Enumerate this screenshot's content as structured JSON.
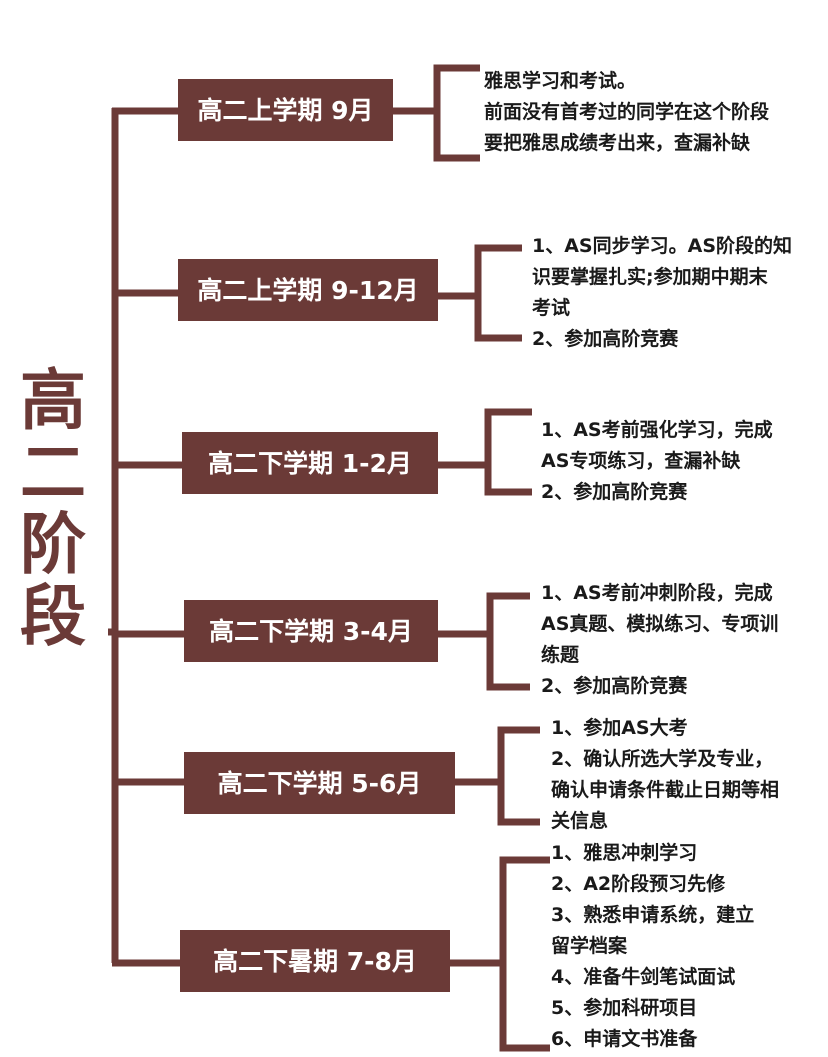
{
  "title_chars": [
    "高",
    "二",
    "阶",
    "段"
  ],
  "accent_color": "#6b3a37",
  "stages": [
    {
      "label": "高二上学期 9月",
      "lines": [
        "雅思学习和考试。",
        "前面没有首考过的同学在这个阶段",
        "要把雅思成绩考出来，查漏补缺"
      ]
    },
    {
      "label": "高二上学期 9-12月",
      "lines": [
        "1、AS同步学习。AS阶段的知",
        "识要掌握扎实;参加期中期末",
        "考试",
        "2、参加高阶竞赛"
      ]
    },
    {
      "label": "高二下学期 1-2月",
      "lines": [
        "1、AS考前强化学习，完成",
        "AS专项练习，查漏补缺",
        "2、参加高阶竞赛"
      ]
    },
    {
      "label": "高二下学期 3-4月",
      "lines": [
        "1、AS考前冲刺阶段，完成",
        "AS真题、模拟练习、专项训",
        "练题",
        "2、参加高阶竞赛"
      ]
    },
    {
      "label": "高二下学期 5-6月",
      "lines": [
        "1、参加AS大考",
        "2、确认所选大学及专业，",
        "确认申请条件截止日期等相",
        "关信息"
      ]
    },
    {
      "label": "高二下暑期 7-8月",
      "lines": [
        "1、雅思冲刺学习",
        "2、A2阶段预习先修",
        "3、熟悉申请系统，建立",
        "留学档案",
        "4、准备牛剑笔试面试",
        "5、参加科研项目",
        "6、申请文书准备"
      ]
    }
  ]
}
